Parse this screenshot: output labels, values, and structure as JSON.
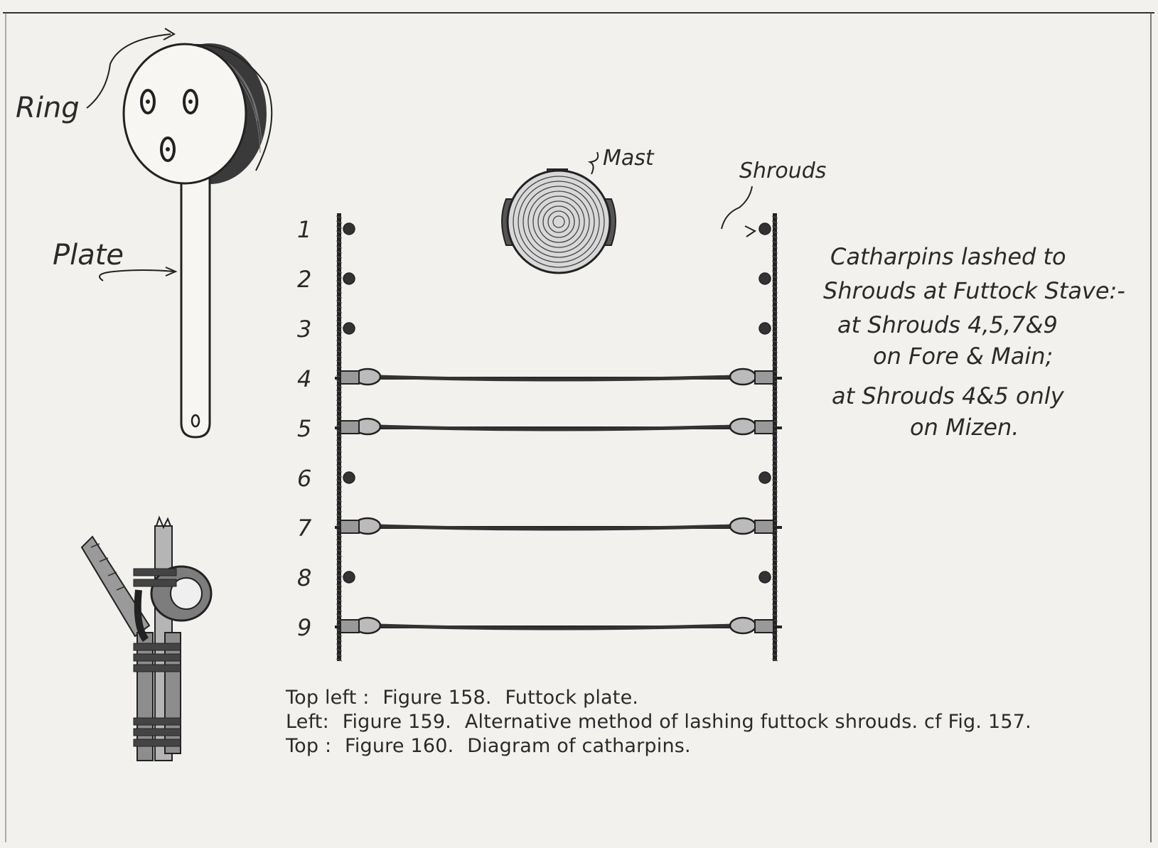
{
  "futtock_plate": {
    "ring_label": "Ring",
    "plate_label": "Plate"
  },
  "catharpins_diagram": {
    "mast_label": "Mast",
    "shrouds_label": "Shrouds",
    "shroud_numbers": [
      "1",
      "2",
      "3",
      "4",
      "5",
      "6",
      "7",
      "8",
      "9"
    ],
    "lashed_shrouds": [
      "4",
      "5",
      "7",
      "9"
    ]
  },
  "note": {
    "line1": "Catharpins lashed to",
    "line2": "Shrouds at Futtock Stave:-",
    "line3": "at Shrouds 4,5,7&9",
    "line4": "on Fore & Main;",
    "line5": "at Shrouds 4&5 only",
    "line6": "on Mizen."
  },
  "captions": [
    {
      "prefix": "Top left :",
      "figure": "Figure 158.",
      "text": "Futtock plate."
    },
    {
      "prefix": "Left:",
      "figure": "Figure 159.",
      "text": "Alternative method of lashing futtock shrouds. cf Fig. 157."
    },
    {
      "prefix": "Top :",
      "figure": "Figure 160.",
      "text": "Diagram of catharpins."
    }
  ]
}
